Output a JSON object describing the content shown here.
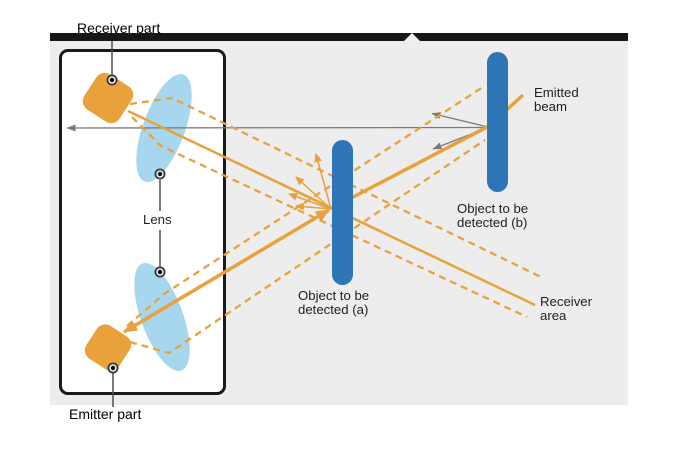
{
  "diagram": {
    "labels": {
      "receiver_part": "Receiver part",
      "emitter_part": "Emitter part",
      "lens": "Lens",
      "emitted_beam": "Emitted beam",
      "object_a": "Object to be detected (a)",
      "object_b": "Object to be detected (b)",
      "receiver_area": "Receiver area"
    },
    "colors": {
      "beam_orange": "#E9A13C",
      "object_blue": "#2E75B6",
      "lens_blue": "#A7D7EE",
      "panel_gray": "#EDEDEE",
      "divider_black": "#171717",
      "annotation_gray": "#7A7A7A"
    }
  }
}
